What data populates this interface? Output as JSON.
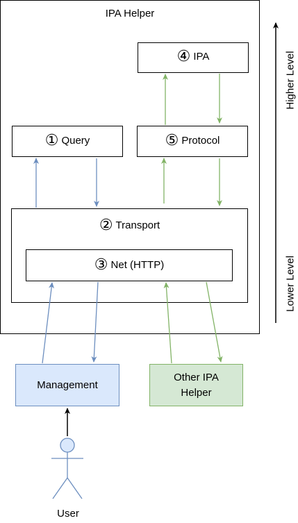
{
  "container": {
    "title": "IPA Helper"
  },
  "nodes": {
    "ipa": {
      "num": "④",
      "label": "IPA"
    },
    "query": {
      "num": "①",
      "label": "Query"
    },
    "protocol": {
      "num": "⑤",
      "label": "Protocol"
    },
    "transport": {
      "num": "②",
      "label": "Transport"
    },
    "net": {
      "num": "③",
      "label": "Net (HTTP)"
    },
    "management": {
      "label": "Management"
    },
    "other": {
      "line1": "Other IPA",
      "line2": "Helper"
    },
    "user": {
      "label": "User"
    }
  },
  "levels": {
    "higher": "Higher Level",
    "lower": "Lower Level"
  },
  "colors": {
    "blue_stroke": "#6c8ebf",
    "blue_fill": "#dae8fc",
    "green_stroke": "#82b366",
    "green_fill": "#d5e8d4",
    "actor_fill": "#dae8fc"
  }
}
